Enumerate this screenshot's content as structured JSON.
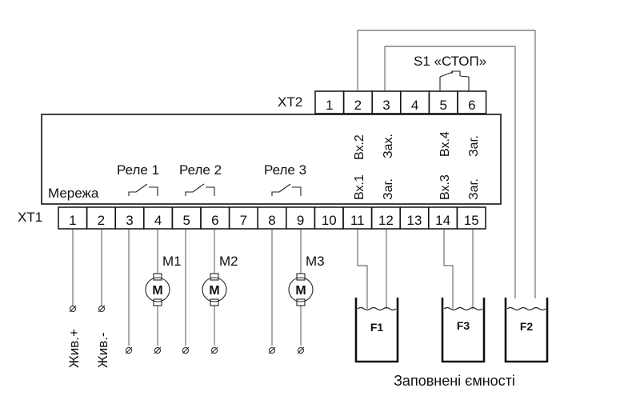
{
  "controller": {
    "label_network": "Мережа",
    "relays": [
      "Реле 1",
      "Реле 2",
      "Реле 3"
    ],
    "inputs": [
      {
        "top": "Вх.1",
        "bottom": ""
      },
      {
        "top": "Вх.2",
        "bottom": "Заг."
      },
      {
        "top": "Зах.",
        "bottom": ""
      },
      {
        "top": "Вх.3",
        "bottom": ""
      },
      {
        "top": "Вх.4",
        "bottom": "Заг."
      },
      {
        "top": "Заг.",
        "bottom": ""
      }
    ],
    "input_text": [
      "Вх.1",
      "Вх.2",
      "Заг.",
      "Зах.",
      "Вх.3",
      "Вх.4",
      "Заг.",
      "Заг."
    ]
  },
  "xt1": {
    "label": "XT1",
    "terminals": [
      "1",
      "2",
      "3",
      "4",
      "5",
      "6",
      "7",
      "8",
      "9",
      "10",
      "11",
      "12",
      "13",
      "14",
      "15"
    ]
  },
  "xt2": {
    "label": "XT2",
    "terminals": [
      "1",
      "2",
      "3",
      "4",
      "5",
      "6"
    ]
  },
  "switch": {
    "label": "S1 «СТОП»"
  },
  "motors": [
    {
      "name": "M1",
      "symbol": "M"
    },
    {
      "name": "M2",
      "symbol": "M"
    },
    {
      "name": "M3",
      "symbol": "M"
    }
  ],
  "power": [
    "Жив.+",
    "Жив.-"
  ],
  "tanks": [
    "F1",
    "F3",
    "F2"
  ],
  "caption": "Заповнені ємності"
}
